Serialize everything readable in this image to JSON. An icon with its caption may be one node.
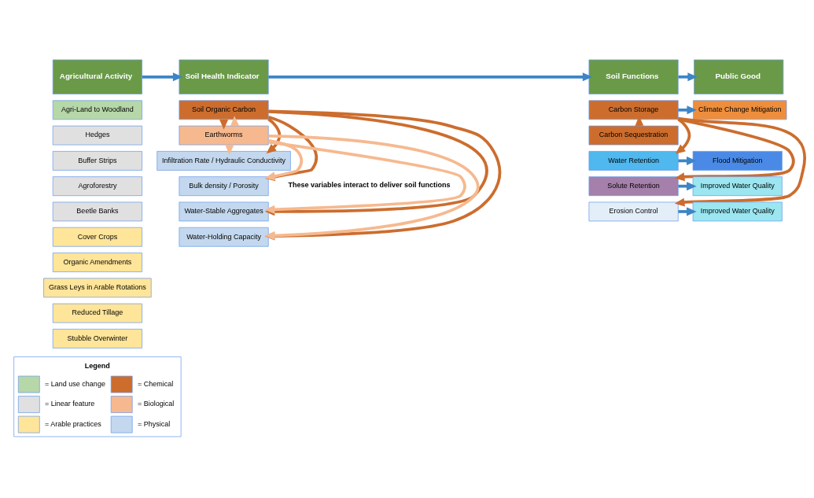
{
  "diagram": {
    "nodes": [
      {
        "text": [
          "Agricultural Activity"
        ]
      },
      {
        "text": [
          "Soil Health Indicator"
        ]
      },
      {
        "text": [
          "Soil Functions"
        ]
      },
      {
        "text": [
          "Public Good"
        ]
      },
      {
        "text": [
          "Agri-Land to Woodland"
        ]
      },
      {
        "text": [
          "Hedges"
        ]
      },
      {
        "text": [
          "Buffer Strips"
        ]
      },
      {
        "text": [
          "Agroforestry"
        ]
      },
      {
        "text": [
          "Beetle Banks"
        ]
      },
      {
        "text": [
          "Cover Crops"
        ]
      },
      {
        "text": [
          "Organic Amendments"
        ]
      },
      {
        "text": [
          "Grass Leys in Arable Rotations"
        ]
      },
      {
        "text": [
          "Reduced Tillage"
        ]
      },
      {
        "text": [
          "Stubble Overwinter"
        ]
      },
      {
        "text": [
          "Soil Organic Carbon"
        ]
      },
      {
        "text": [
          "Earthworms"
        ]
      },
      {
        "text": [
          "Infiltration Rate / Hydraulic Conductivity"
        ]
      },
      {
        "text": [
          "Bulk density / Porosity"
        ]
      },
      {
        "text": [
          "Water-Stable Aggregates"
        ]
      },
      {
        "text": [
          "Water-Holding Capacity"
        ]
      },
      {
        "text": [
          "Carbon Storage"
        ]
      },
      {
        "text": [
          "Carbon Sequestration"
        ]
      },
      {
        "text": [
          "Water Retention"
        ]
      },
      {
        "text": [
          "Solute Retention"
        ]
      },
      {
        "text": [
          "Erosion Control"
        ]
      },
      {
        "text": [
          "Climate Change Mitigation"
        ]
      },
      {
        "text": [
          "Flood Mitigation"
        ]
      },
      {
        "text": [
          "Improved Water Quality"
        ]
      },
      {
        "text": [
          "Improved Water Quality"
        ]
      }
    ],
    "edges": [
      {
        "from": 0,
        "to": 1,
        "arrow": "to",
        "color": "#3d85c6"
      },
      {
        "from": 1,
        "to": 2,
        "arrow": "to",
        "color": "#3d85c6"
      },
      {
        "from": 2,
        "to": 3,
        "arrow": "to",
        "color": "#3d85c6"
      },
      {
        "from": 14,
        "to": 15,
        "arrow": "to",
        "color": "#cc6d2e"
      },
      {
        "from": 14,
        "to": 16,
        "arrow": "to",
        "color": "#cc6d2e"
      },
      {
        "from": 14,
        "to": 17,
        "arrow": "to",
        "color": "#cc6d2e"
      },
      {
        "from": 14,
        "to": 18,
        "arrow": "to",
        "color": "#cc6d2e"
      },
      {
        "from": 14,
        "to": 19,
        "arrow": "to",
        "color": "#cc6d2e"
      },
      {
        "from": 15,
        "to": 14,
        "arrow": "to",
        "color": "#f6b98f"
      },
      {
        "from": 15,
        "to": 16,
        "arrow": "to",
        "color": "#f6b98f"
      },
      {
        "from": 15,
        "to": 17,
        "arrow": "to",
        "color": "#f6b98f"
      },
      {
        "from": 15,
        "to": 18,
        "arrow": "to",
        "color": "#f6b98f"
      },
      {
        "from": 15,
        "to": 19,
        "arrow": "to",
        "color": "#f6b98f"
      },
      {
        "from": 21,
        "to": 20,
        "arrow": "to",
        "color": "#cc6d2e"
      },
      {
        "from": 20,
        "to": 22,
        "arrow": "to",
        "color": "#cc6d2e"
      },
      {
        "from": 20,
        "to": 23,
        "arrow": "to",
        "color": "#cc6d2e"
      },
      {
        "from": 20,
        "to": 24,
        "arrow": "to",
        "color": "#cc6d2e"
      },
      {
        "from": 20,
        "to": 25,
        "arrow": "to",
        "color": "#3d85c6"
      },
      {
        "from": 22,
        "to": 26,
        "arrow": "to",
        "color": "#3d85c6"
      },
      {
        "from": 23,
        "to": 27,
        "arrow": "to",
        "color": "#3d85c6"
      },
      {
        "from": 24,
        "to": 28,
        "arrow": "to",
        "color": "#3d85c6"
      }
    ],
    "labels": [
      "These variables interact to deliver soil functions",
      "Legend"
    ],
    "legend": [
      {
        "text": "= Land use change",
        "color": "#b6d7a8"
      },
      {
        "text": "= Chemical",
        "color": "#cc6d2e"
      },
      {
        "text": "= Linear feature",
        "color": "#e0e0e0"
      },
      {
        "text": "= Biological",
        "color": "#f6b98f"
      },
      {
        "text": "= Arable practices",
        "color": "#ffe599"
      },
      {
        "text": "= Physical",
        "color": "#c3d8ee"
      }
    ]
  }
}
